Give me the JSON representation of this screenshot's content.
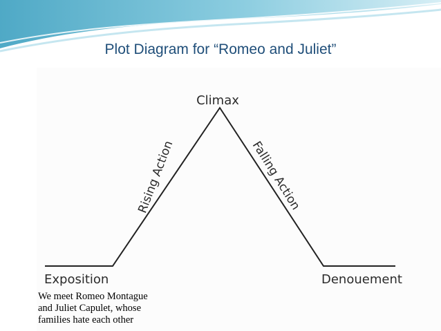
{
  "slide": {
    "title": "Plot Diagram for “Romeo and Juliet”"
  },
  "diagram": {
    "labels": {
      "climax": "Climax",
      "rising_action": "Rising Action",
      "falling_action": "Falling Action",
      "exposition": "Exposition",
      "denouement": "Denouement"
    },
    "exposition_note": [
      "We meet Romeo Montague",
      "and Juliet Capulet, whose",
      "families hate each other"
    ]
  },
  "colors": {
    "title": "#1F4E79",
    "header_wave_dark": "#5FB4CF",
    "header_wave_light": "#BFE3EE",
    "line": "#222222"
  }
}
